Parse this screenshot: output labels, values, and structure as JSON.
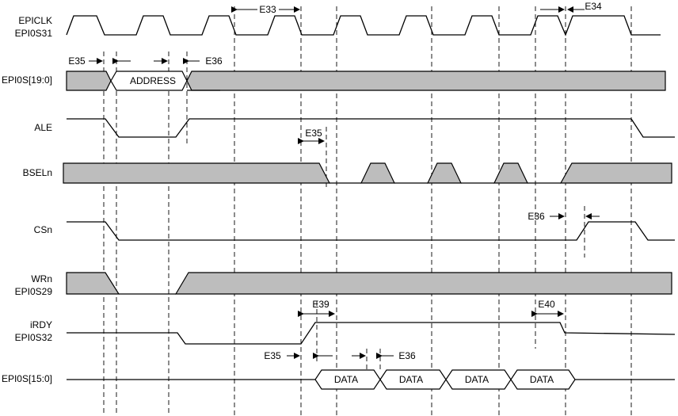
{
  "signals": {
    "clk1": "EPICLK",
    "clk2": "EPI0S31",
    "addr": "EPI0S[19:0]",
    "ale": "ALE",
    "bsel": "BSELn",
    "cs": "CSn",
    "wr1": "WRn",
    "wr2": "EPI0S29",
    "rdy1": "iRDY",
    "rdy2": "EPI0S32",
    "data": "EPI0S[15:0]"
  },
  "bus_labels": {
    "address": "ADDRESS",
    "data": [
      "DATA",
      "DATA",
      "DATA",
      "DATA"
    ]
  },
  "timing_labels": {
    "e33": "E33",
    "e34": "E34",
    "e35_addr": "E35",
    "e36_addr": "E36",
    "e35_bsel": "E35",
    "e36_cs": "E36",
    "e39": "E39",
    "e40": "E40",
    "e35_data": "E35",
    "e36_data": "E36"
  },
  "colors": {
    "bus_fill": "#bdbdbd",
    "line": "#000000",
    "background": "#ffffff"
  }
}
